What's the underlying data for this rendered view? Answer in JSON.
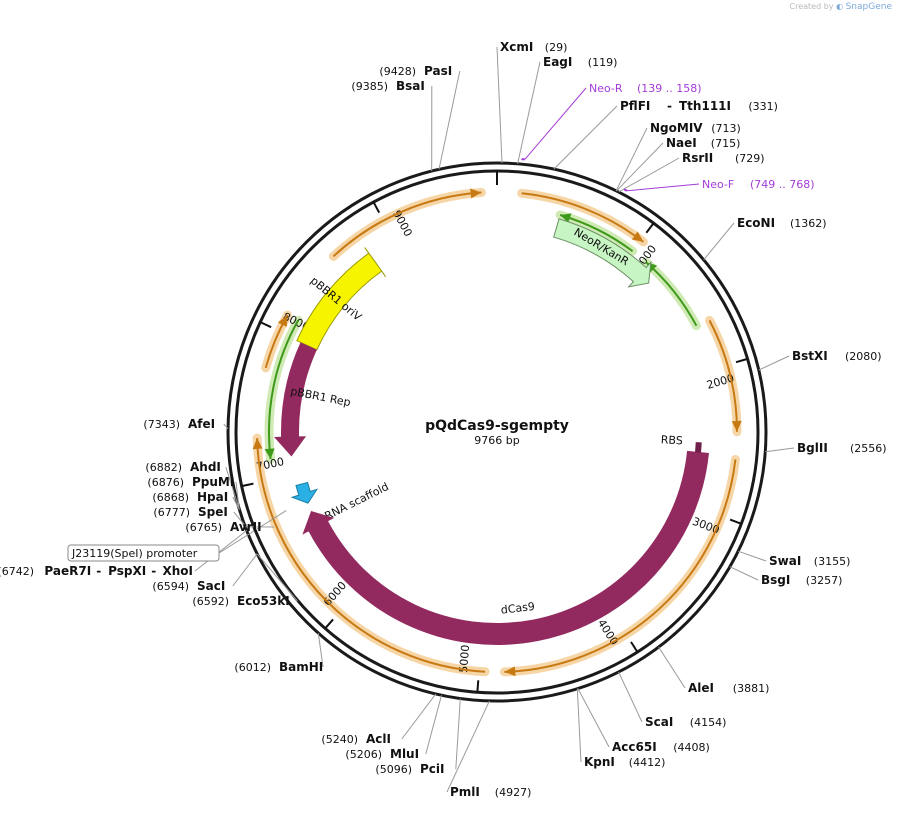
{
  "header": {
    "credit_prefix": "Created by",
    "credit_brand": "SnapGene"
  },
  "plasmid": {
    "name": "pQdCas9-sgempty",
    "length_label": "9766 bp",
    "length": 9766
  },
  "colors": {
    "backbone": "#1a1a1a",
    "orange_arrow": "#c77a14",
    "orange_glow": "#f6d6a6",
    "green_arrow": "#3f9a1c",
    "green_glow": "#cfeab4",
    "dcas9": "#922a60",
    "orv": "#f7f400",
    "neor": "#c8f5c4",
    "scaffold_arrow": "#2ab0e4",
    "primer": "#a43cd8",
    "promoter_box": "#888888"
  },
  "ticks": [
    {
      "label": "1000",
      "pos": 1000
    },
    {
      "label": "2000",
      "pos": 2000
    },
    {
      "label": "3000",
      "pos": 3000
    },
    {
      "label": "4000",
      "pos": 4000
    },
    {
      "label": "5000",
      "pos": 5000
    },
    {
      "label": "6000",
      "pos": 6000
    },
    {
      "label": "7000",
      "pos": 7000
    },
    {
      "label": "8000",
      "pos": 8000
    },
    {
      "label": "9000",
      "pos": 9000
    }
  ],
  "features": [
    {
      "label": "NeoR/KanR",
      "start": 440,
      "end": 1235,
      "kind": "neor"
    },
    {
      "label": "pBBR1 oriV",
      "start": 7990,
      "end": 8800,
      "kind": "orv"
    },
    {
      "label": "pBBR1 Rep",
      "start": 7140,
      "end": 7990,
      "kind": "rep"
    },
    {
      "label": "gRNA scaffold",
      "start": 6765,
      "end": 6920,
      "kind": "scaffold"
    },
    {
      "label": "dCas9",
      "start": 2595,
      "end": 6700,
      "kind": "dcas9"
    },
    {
      "label": "RBS",
      "start": 2520,
      "end": 2600,
      "kind": "rbs"
    }
  ],
  "sites_right": [
    {
      "name": "XcmI",
      "pos_label": "(29)",
      "pos": 29
    },
    {
      "name": "EagI",
      "pos_label": "(119)",
      "pos": 119
    },
    {
      "name": "PflFI",
      "name2": "Tth111I",
      "pos_label": "(331)",
      "pos": 331
    },
    {
      "name": "NgoMIV",
      "pos_label": "(713)",
      "pos": 713
    },
    {
      "name": "NaeI",
      "pos_label": "(715)",
      "pos": 715
    },
    {
      "name": "RsrII",
      "pos_label": "(729)",
      "pos": 729
    },
    {
      "name": "EcoNI",
      "pos_label": "(1362)",
      "pos": 1362
    },
    {
      "name": "BstXI",
      "pos_label": "(2080)",
      "pos": 2080
    },
    {
      "name": "BglII",
      "pos_label": "(2556)",
      "pos": 2556
    },
    {
      "name": "SwaI",
      "pos_label": "(3155)",
      "pos": 3155
    },
    {
      "name": "BsgI",
      "pos_label": "(3257)",
      "pos": 3257
    },
    {
      "name": "AleI",
      "pos_label": "(3881)",
      "pos": 3881
    },
    {
      "name": "ScaI",
      "pos_label": "(4154)",
      "pos": 4154
    },
    {
      "name": "Acc65I",
      "pos_label": "(4408)",
      "pos": 4408
    },
    {
      "name": "KpnI",
      "pos_label": "(4412)",
      "pos": 4412
    },
    {
      "name": "PmlI",
      "pos_label": "(4927)",
      "pos": 4927
    }
  ],
  "sites_left": [
    {
      "name": "PciI",
      "pos_label": "(5096)",
      "pos": 5096
    },
    {
      "name": "MluI",
      "pos_label": "(5206)",
      "pos": 5206
    },
    {
      "name": "AclI",
      "pos_label": "(5240)",
      "pos": 5240
    },
    {
      "name": "BamHI",
      "pos_label": "(6012)",
      "pos": 6012
    },
    {
      "name": "Eco53kI",
      "pos_label": "(6592)",
      "pos": 6592
    },
    {
      "name": "SacI",
      "pos_label": "(6594)",
      "pos": 6594
    },
    {
      "name": "PaeR7I",
      "name2": "PspXI",
      "name3": "XhoI",
      "pos_label": "(6742)",
      "pos": 6742
    },
    {
      "name": "AvrII",
      "pos_label": "(6765)",
      "pos": 6765
    },
    {
      "name": "SpeI",
      "pos_label": "(6777)",
      "pos": 6777
    },
    {
      "name": "HpaI",
      "pos_label": "(6868)",
      "pos": 6868
    },
    {
      "name": "PpuMI",
      "pos_label": "(6876)",
      "pos": 6876
    },
    {
      "name": "AhdI",
      "pos_label": "(6882)",
      "pos": 6882
    },
    {
      "name": "AfeI",
      "pos_label": "(7343)",
      "pos": 7343
    },
    {
      "name": "BsaI",
      "pos_label": "(9385)",
      "pos": 9385
    },
    {
      "name": "PasI",
      "pos_label": "(9428)",
      "pos": 9428
    }
  ],
  "primers": [
    {
      "name": "Neo-R",
      "range_label": "(139 .. 158)",
      "start": 139,
      "end": 158
    },
    {
      "name": "Neo-F",
      "range_label": "(749 .. 768)",
      "start": 749,
      "end": 768
    }
  ],
  "promoter": {
    "label": "J23119(SpeI) promoter"
  }
}
